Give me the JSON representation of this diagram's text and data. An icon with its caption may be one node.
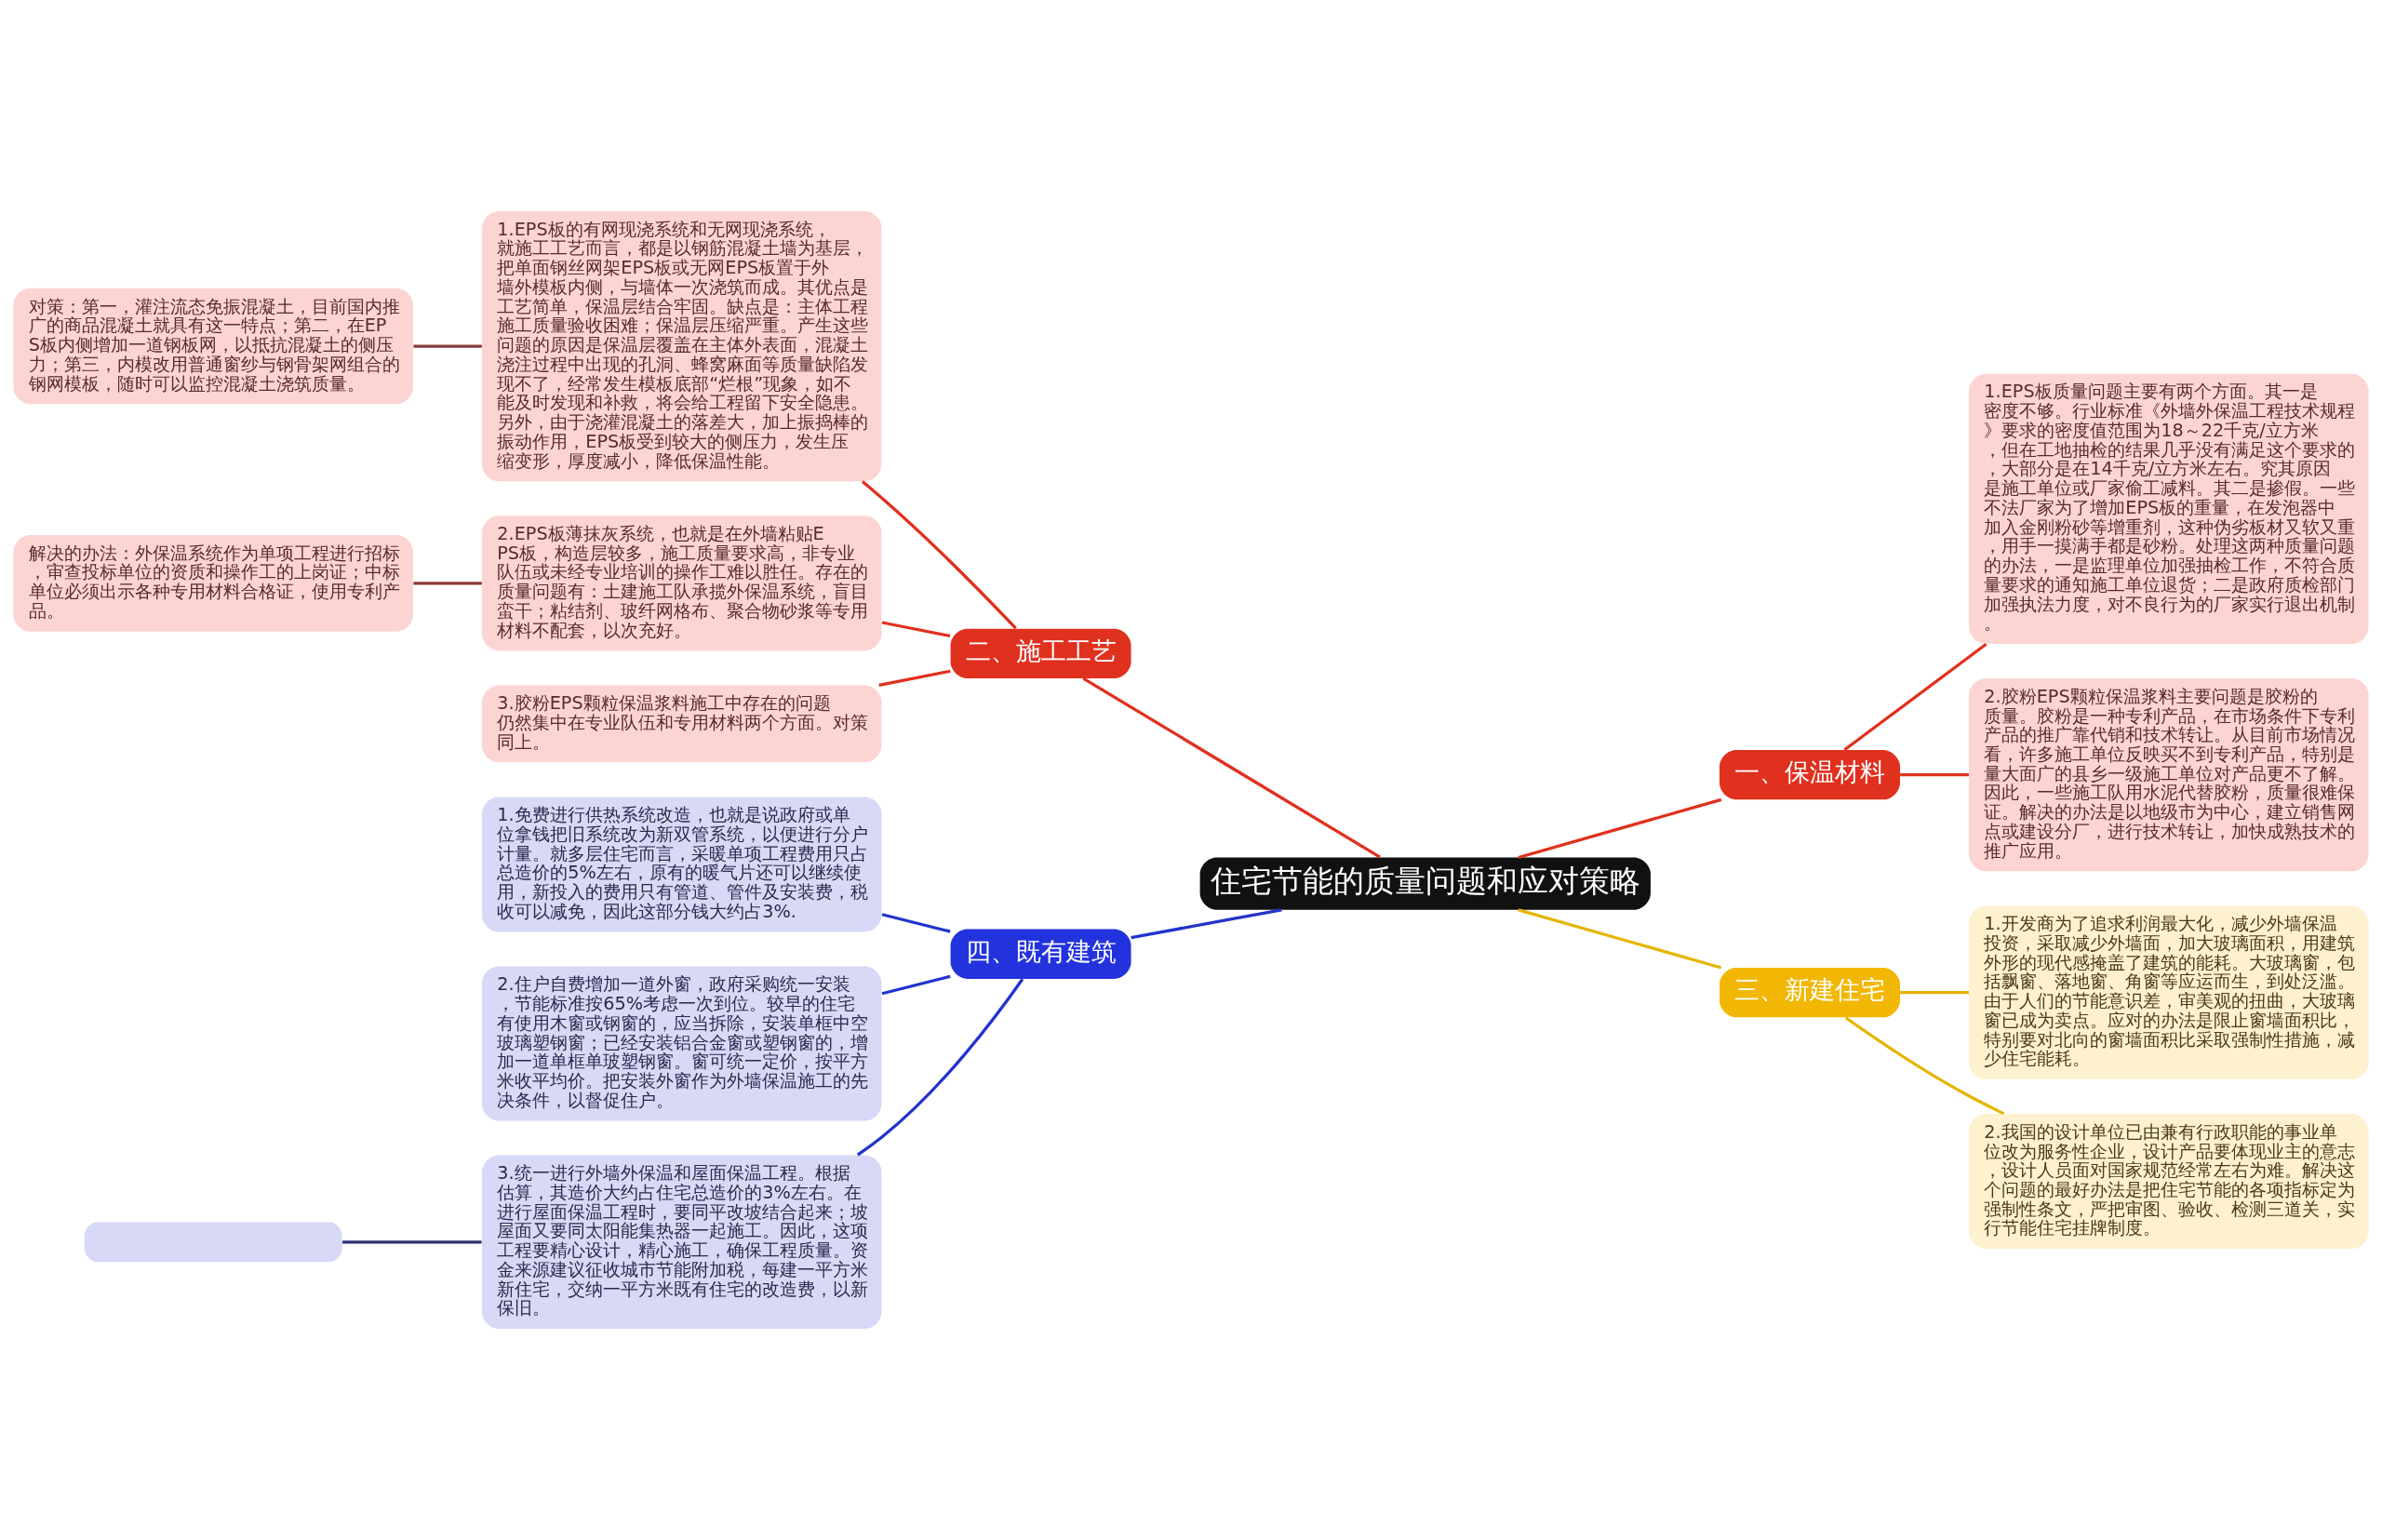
{
  "diagram": {
    "nodes": [
      {
        "text": [
          "住宅节能的质量问题和应对策略"
        ]
      },
      {
        "text": [
          "二、施工工艺"
        ]
      },
      {
        "text": [
          "1.EPS板的有网现浇系统和无网现浇系统，就施工工艺而言，都是以钢筋混凝土墙为基层，把单面钢丝网架EPS板或无网EPS板置于外墙外模板内侧，与墙体一次浇筑而成。其优点是工艺简单，保温层结合牢固。缺点是：主体工程施工质量验收困难；保温层压缩严重。产生这些问题的原因是保温层覆盖在主体外表面，混凝土浇注过程中出现的孔洞、蜂窝麻面等质量缺陷发现不了，经常发生模板底部“烂根”现象，如不能及时发现和补救，将会给工程留下安全隐患。另外，由于浇灌混凝土的落差大，加上振捣棒的振动作用，EPS板受到较大的侧压力，发生压缩变形，厚度减小，降低保温性能。"
        ]
      },
      {
        "text": [
          "对策：第一，灌注流态免振混凝土，目前国内推广的商品混凝土就具有这一特点；第二，在EPS板内侧增加一道钢板网，以抵抗混凝土的侧压力；第三，内模改用普通窗纱与钢骨架网组合的钢网模板，随时可以监控混凝土浇筑质量。"
        ]
      },
      {
        "text": [
          "2.EPS板薄抹灰系统，也就是在外墙粘贴EPS板，构造层较多，施工质量要求高，非专业队伍或未经专业培训的操作工难以胜任。存在的质量问题有：土建施工队承揽外保温系统，盲目蛮干；粘结剂、玻纤网格布、聚合物砂浆等专用材料不配套，以次充好。"
        ]
      },
      {
        "text": [
          "解决的办法：外保温系统作为单项工程进行招标，审查投标单位的资质和操作工的上岗证；中标单位必须出示各种专用材料合格证，使用专利产品。"
        ]
      },
      {
        "text": [
          "3.胶粉EPS颗粒保温浆料施工中存在的问题仍然集中在专业队伍和专用材料两个方面。对策同上。"
        ]
      },
      {
        "text": [
          "四、既有建筑"
        ]
      },
      {
        "text": [
          "1.免费进行供热系统改造，也就是说政府或单位拿钱把旧系统改为新双管系统，以便进行分户计量。就多层住宅而言，采暖单项工程费用只占总造价的5%左右，原有的暖气片还可以继续使用，新投入的费用只有管道、管件及安装费，税收可以减免，因此这部分钱大约占3%."
        ]
      },
      {
        "text": [
          "2.住户自费增加一道外窗，政府采购统一安装，节能标准按65%考虑一次到位。较早的住宅有使用木窗或钢窗的，应当拆除，安装单框中空玻璃塑钢窗；已经安装铝合金窗或塑钢窗的，增加一道单框单玻塑钢窗。窗可统一定价，按平方米收平均价。把安装外窗作为外墙保温施工的先决条件，以督促住户。"
        ]
      },
      {
        "text": [
          "3.统一进行外墙外保温和屋面保温工程。根据估算，其造价大约占住宅总造价的3%左右。在进行屋面保温工程时，要同平改坡结合起来；坡屋面又要同太阳能集热器一起施工。因此，这项工程要精心设计，精心施工，确保工程质量。资金来源建议征收城市节能附加税，每建一平方米新住宅，交纳一平方米既有住宅的改造费，以新保旧。"
        ]
      },
      {
        "text": [],
        "shape": "box"
      },
      {
        "text": [
          "一、保温材料"
        ]
      },
      {
        "text": [
          "1.EPS板质量问题主要有两个方面。其一是密度不够。行业标准《外墙外保温工程技术规程》要求的密度值范围为18～22千克/立方米，但在工地抽检的结果几乎没有满足这个要求的，大部分是在14千克/立方米左右。究其原因是施工单位或厂家偷工减料。其二是掺假。一些不法厂家为了增加EPS板的重量，在发泡器中加入金刚粉砂等增重剂，这种伪劣板材又软又重，用手一摸满手都是砂粉。处理这两种质量问题的办法，一是监理单位加强抽检工作，不符合质量要求的通知施工单位退货；二是政府质检部门加强执法力度，对不良行为的厂家实行退出机制。"
        ]
      },
      {
        "text": [
          "2.胶粉EPS颗粒保温浆料主要问题是胶粉的质量。胶粉是一种专利产品，在市场条件下专利产品的推广靠代销和技术转让。从目前市场情况看，许多施工单位反映买不到专利产品，特别是量大面广的县乡一级施工单位对产品更不了解。因此，一些施工队用水泥代替胶粉，质量很难保证。解决的办法是以地级市为中心，建立销售网点或建设分厂，进行技术转让，加快成熟技术的推广应用。"
        ]
      },
      {
        "text": [
          "三、新建住宅"
        ]
      },
      {
        "text": [
          "1.开发商为了追求利润最大化，减少外墙保温投资，采取减少外墙面，加大玻璃面积，用建筑外形的现代感掩盖了建筑的能耗。大玻璃窗，包括飘窗、落地窗、角窗等应运而生，到处泛滥。由于人们的节能意识差，审美观的扭曲，大玻璃窗已成为卖点。应对的办法是限止窗墙面积比，特别要对北向的窗墙面积比采取强制性措施，减少住宅能耗。"
        ]
      },
      {
        "text": [
          "2.我国的设计单位已由兼有行政职能的事业单位改为服务性企业，设计产品要体现业主的意志，设计人员面对国家规范经常左右为难。解决这个问题的最好办法是把住宅节能的各项指标定为强制性条文，严把审图、验收、检测三道关，实行节能住宅挂牌制度。"
        ]
      }
    ],
    "edges": [
      {
        "from": 0,
        "to": 1,
        "arrow": "none"
      },
      {
        "from": 1,
        "to": 2,
        "arrow": "none"
      },
      {
        "from": 2,
        "to": 3,
        "arrow": "none",
        "color": "#8b3a3a"
      },
      {
        "from": 1,
        "to": 4,
        "arrow": "none"
      },
      {
        "from": 4,
        "to": 5,
        "arrow": "none",
        "color": "#8b3a3a"
      },
      {
        "from": 1,
        "to": 6,
        "arrow": "none"
      },
      {
        "from": 0,
        "to": 7,
        "arrow": "none",
        "color": "#2233cc"
      },
      {
        "from": 7,
        "to": 8,
        "arrow": "none",
        "color": "#2233cc"
      },
      {
        "from": 7,
        "to": 9,
        "arrow": "none",
        "color": "#2233cc"
      },
      {
        "from": 7,
        "to": 10,
        "arrow": "none",
        "color": "#2233cc"
      },
      {
        "from": 10,
        "to": 11,
        "arrow": "none",
        "color": "#2a3370"
      },
      {
        "from": 0,
        "to": 12,
        "arrow": "none"
      },
      {
        "from": 12,
        "to": 13,
        "arrow": "none"
      },
      {
        "from": 12,
        "to": 14,
        "arrow": "none"
      },
      {
        "from": 0,
        "to": 15,
        "arrow": "none",
        "color": "#e6b400"
      },
      {
        "from": 15,
        "to": 16,
        "arrow": "none",
        "color": "#e6b400"
      },
      {
        "from": 15,
        "to": 17,
        "arrow": "none",
        "color": "#e6b400"
      }
    ]
  }
}
